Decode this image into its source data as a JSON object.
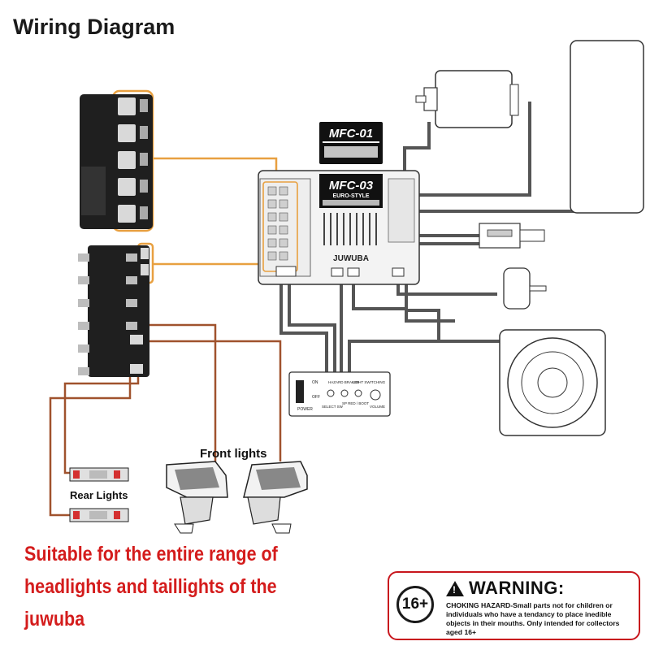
{
  "title": "Wiring Diagram",
  "labels": {
    "mfc01": "MFC-01",
    "mfc03": "MFC-03",
    "mfc03_sub": "EURO-STYLE",
    "brand": "JUWUBA",
    "front_lights": "Front lights",
    "rear_lights": "Rear Lights",
    "mini_on": "ON",
    "mini_off": "OFF",
    "mini_power": "POWER",
    "mini_hazard": "HAZARD BRAKER",
    "mini_light": "LIGHT SWITCHING",
    "mini_select": "SELECT SW",
    "mini_sp": "SP RED / BOOT",
    "mini_volume": "VOLUME"
  },
  "promo": {
    "line1": "Suitable for the entire range of",
    "line2": "headlights and taillights of the",
    "line3": "juwuba"
  },
  "warning": {
    "age": "16+",
    "heading": "WARNING:",
    "text": "CHOKING HAZARD-Small parts not for children or individuals who have a tendancy to place inedible objects in their mouths. Only intended for collectors aged 16+"
  },
  "colors": {
    "orange_wire": "#e8a040",
    "brown_wire": "#a0522d",
    "gray_wire": "#505050",
    "warning_red": "#c8161d",
    "promo_red": "#d41c1c"
  }
}
